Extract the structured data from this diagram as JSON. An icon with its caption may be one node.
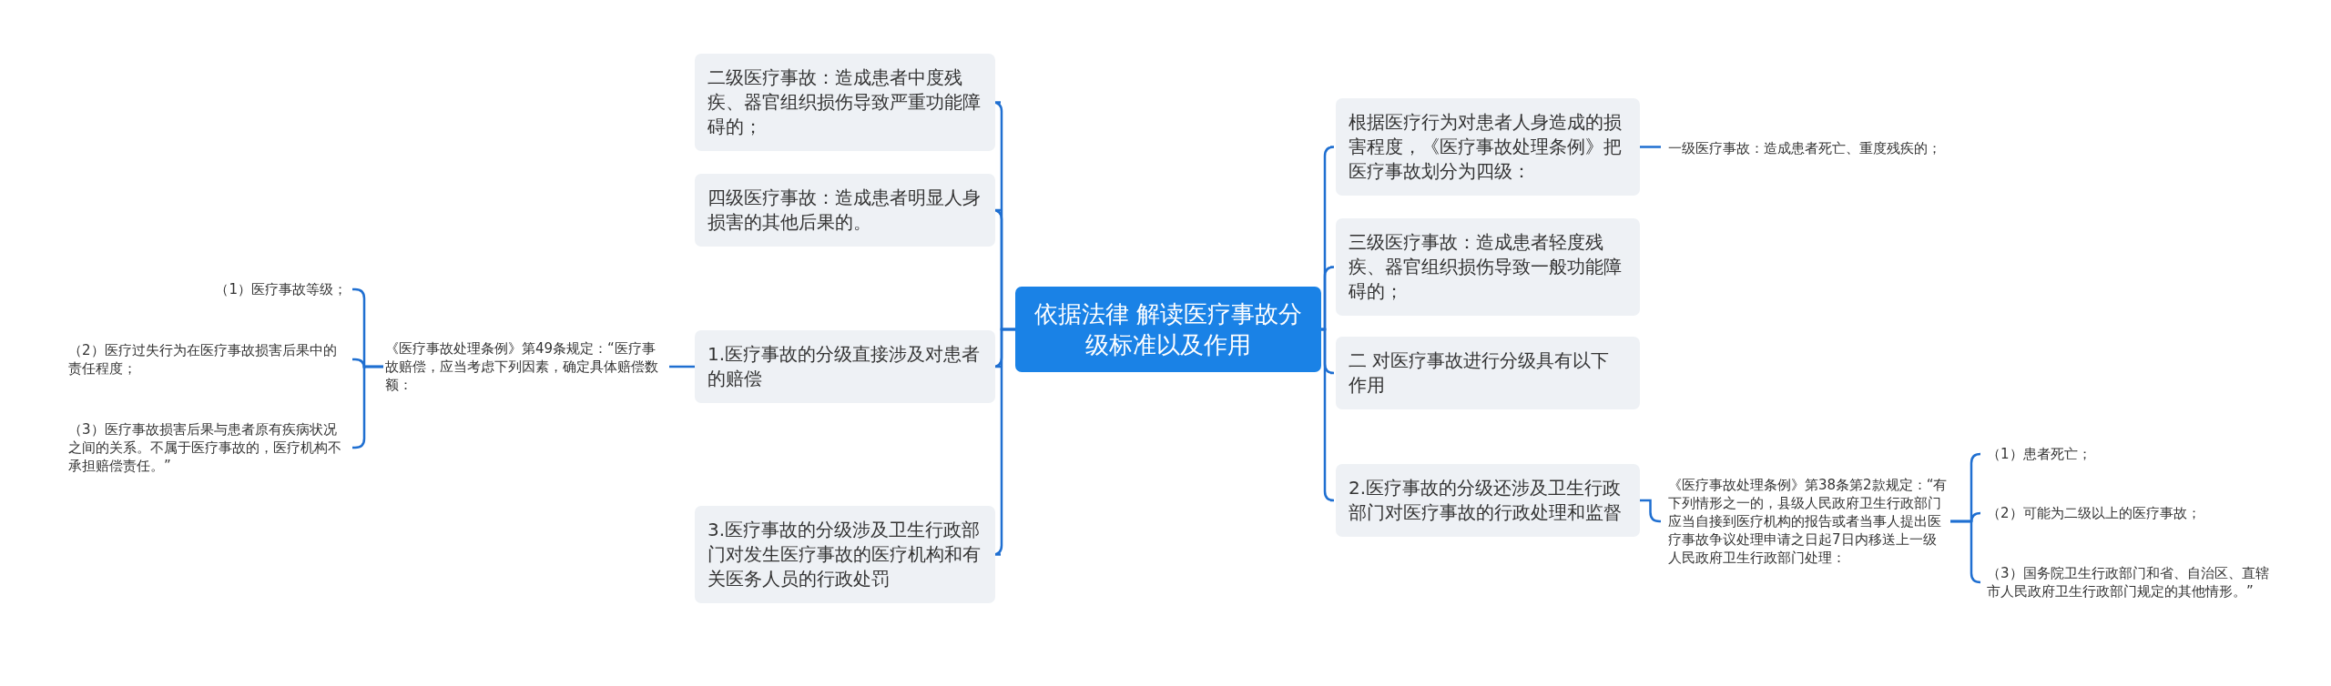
{
  "diagram": {
    "nodes": [
      {
        "text": [
          "依据法律 解读医疗事故分级标准以及作用"
        ]
      },
      {
        "text": [
          "二级医疗事故：造成患者中度残疾、器官组织损伤导致严重功能障碍的；"
        ]
      },
      {
        "text": [
          "四级医疗事故：造成患者明显人身损害的其他后果的。"
        ]
      },
      {
        "text": [
          "1.医疗事故的分级直接涉及对患者的赔偿"
        ]
      },
      {
        "text": [
          "3.医疗事故的分级涉及卫生行政部门对发生医疗事故的医疗机构和有关医务人员的行政处罚"
        ]
      },
      {
        "text": [
          "根据医疗行为对患者人身造成的损害程度，《医疗事故处理条例》把医疗事故划分为四级："
        ]
      },
      {
        "text": [
          "三级医疗事故：造成患者轻度残疾、器官组织损伤导致一般功能障碍的；"
        ]
      },
      {
        "text": [
          "二 对医疗事故进行分级具有以下作用"
        ]
      },
      {
        "text": [
          "2.医疗事故的分级还涉及卫生行政部门对医疗事故的行政处理和监督"
        ]
      },
      {
        "text": [
          "一级医疗事故：造成患者死亡、重度残疾的；"
        ]
      },
      {
        "text": [
          "《医疗事故处理条例》第38条第2款规定：“有下列情形之一的，县级人民政府卫生行政部门应当自接到医疗机构的报告或者当事人提出医疗事故争议处理申请之日起7日内移送上一级人民政府卫生行政部门处理："
        ]
      },
      {
        "text": [
          "（1）患者死亡；"
        ]
      },
      {
        "text": [
          "（2）可能为二级以上的医疗事故；"
        ]
      },
      {
        "text": [
          "（3）国务院卫生行政部门和省、自治区、直辖市人民政府卫生行政部门规定的其他情形。”"
        ]
      },
      {
        "text": [
          "《医疗事故处理条例》第49条规定：“医疗事故赔偿，应当考虑下列因素，确定具体赔偿数额："
        ]
      },
      {
        "text": [
          "（1）医疗事故等级；"
        ]
      },
      {
        "text": [
          "（2）医疗过失行为在医疗事故损害后果中的责任程度；"
        ]
      },
      {
        "text": [
          "（3）医疗事故损害后果与患者原有疾病状况之间的关系。不属于医疗事故的，医疗机构不承担赔偿责任。”"
        ]
      }
    ],
    "edges": [
      {
        "from": 0,
        "to": 1,
        "arrow": "none"
      },
      {
        "from": 0,
        "to": 2,
        "arrow": "none"
      },
      {
        "from": 0,
        "to": 3,
        "arrow": "none"
      },
      {
        "from": 0,
        "to": 4,
        "arrow": "none"
      },
      {
        "from": 0,
        "to": 5,
        "arrow": "none"
      },
      {
        "from": 0,
        "to": 6,
        "arrow": "none"
      },
      {
        "from": 0,
        "to": 7,
        "arrow": "none"
      },
      {
        "from": 0,
        "to": 8,
        "arrow": "none"
      },
      {
        "from": 5,
        "to": 9,
        "arrow": "none"
      },
      {
        "from": 8,
        "to": 10,
        "arrow": "none"
      },
      {
        "from": 10,
        "to": 11,
        "arrow": "none"
      },
      {
        "from": 10,
        "to": 12,
        "arrow": "none"
      },
      {
        "from": 10,
        "to": 13,
        "arrow": "none"
      },
      {
        "from": 3,
        "to": 14,
        "arrow": "none"
      },
      {
        "from": 14,
        "to": 15,
        "arrow": "none"
      },
      {
        "from": 14,
        "to": 16,
        "arrow": "none"
      },
      {
        "from": 14,
        "to": 17,
        "arrow": "none"
      }
    ]
  }
}
